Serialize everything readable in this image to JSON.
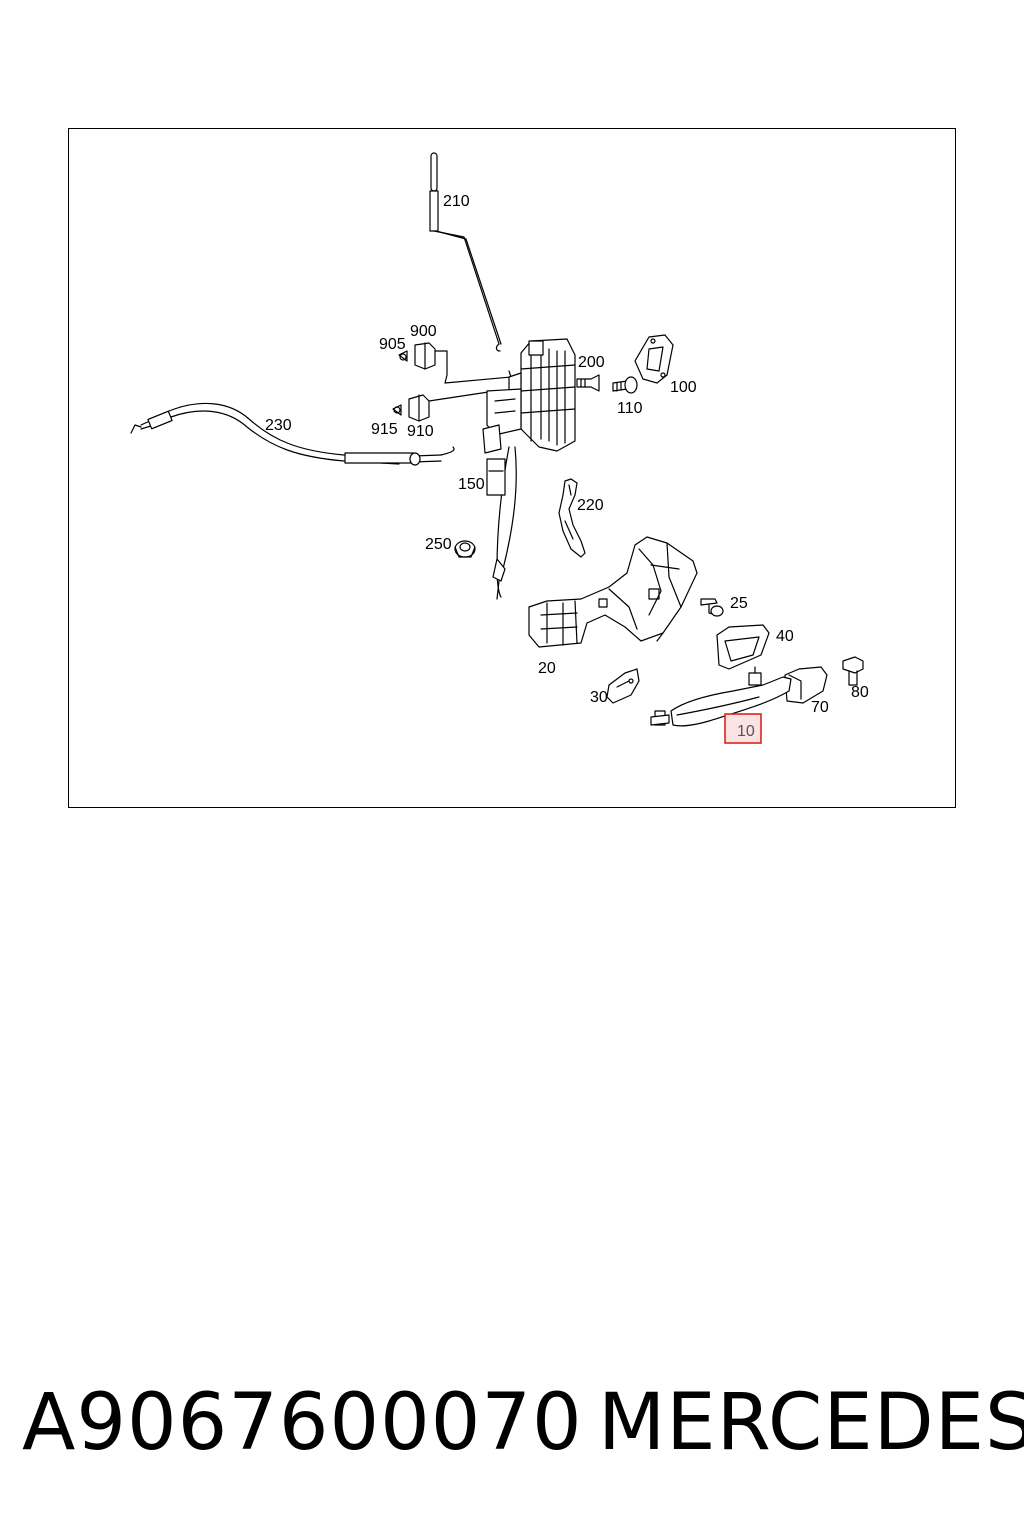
{
  "diagram": {
    "callouts": {
      "c210": "210",
      "c905": "905",
      "c900": "900",
      "c200": "200",
      "c100": "100",
      "c110": "110",
      "c230": "230",
      "c915": "915",
      "c910": "910",
      "c150": "150",
      "c220": "220",
      "c250": "250",
      "c25": "25",
      "c40": "40",
      "c20": "20",
      "c30": "30",
      "c70": "70",
      "c80": "80",
      "c10": "10"
    },
    "highlight_color": "#d9261c",
    "highlight_fill": "#fbe3e3"
  },
  "caption": {
    "part_number": "A9067600070",
    "brand": "MERCEDES"
  }
}
